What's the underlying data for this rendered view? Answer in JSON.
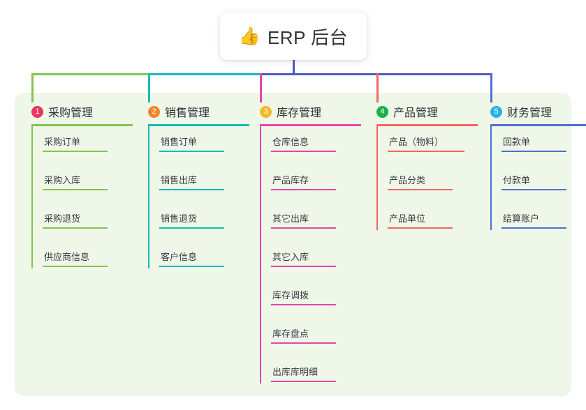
{
  "title": {
    "emoji": "👍",
    "emoji_name": "thumbs-up-icon",
    "text": "ERP 后台"
  },
  "colors": {
    "panel_bg": "#eef7e8",
    "page_bg": "#ffffff",
    "stem": "#4f56c4",
    "title_text": "#33353c"
  },
  "columns": [
    {
      "number": "1",
      "label": "采购管理",
      "badge_color": "#e8365e",
      "line_color": "#86c44e",
      "items": [
        "采购订单",
        "采购入库",
        "采购退货",
        "供应商信息"
      ]
    },
    {
      "number": "2",
      "label": "销售管理",
      "badge_color": "#f4862c",
      "line_color": "#14bdb4",
      "items": [
        "销售订单",
        "销售出库",
        "销售退货",
        "客户信息"
      ]
    },
    {
      "number": "3",
      "label": "库存管理",
      "badge_color": "#f7b825",
      "line_color": "#e846a8",
      "items": [
        "仓库信息",
        "产品库存",
        "其它出库",
        "其它入库",
        "库存调拨",
        "库存盘点",
        "出库库明细"
      ]
    },
    {
      "number": "4",
      "label": "产品管理",
      "badge_color": "#18b04b",
      "line_color": "#f4675e",
      "items": [
        "产品（物料）",
        "产品分类",
        "产品单位"
      ]
    },
    {
      "number": "5",
      "label": "财务管理",
      "badge_color": "#25b3e8",
      "line_color": "#4f6fd0",
      "items": [
        "回款单",
        "付款单",
        "结算账户"
      ]
    }
  ]
}
